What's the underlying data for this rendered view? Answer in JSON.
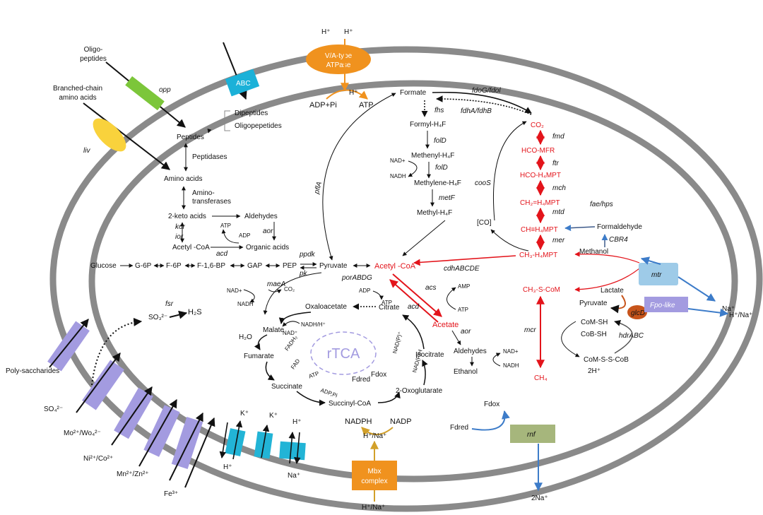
{
  "colors": {
    "membrane": "#8a8a8a",
    "methanogenesis": "#e3141b",
    "atpase": "#f0921e",
    "abc": "#1bb1d8",
    "opp": "#7cc63a",
    "liv": "#f9d23c",
    "transporter": "#a39be0",
    "channel": "#22b4d6",
    "mtr": "#9ecbe8",
    "fpo": "#a39be0",
    "glcd": "#c7541b",
    "mbx": "#f0921e",
    "rnf": "#a6b67c",
    "rtca": "#a39be0",
    "blue_arrow": "#3d7cc9",
    "gold_arrow": "#d2a02a"
  },
  "nutrients": {
    "oligopeptides": [
      "Oligo-",
      "peptides"
    ],
    "bcaa": [
      "Branched-chain",
      "amino acids"
    ],
    "dipeptides": "Dipeptides",
    "oligopepetides": "Oligopepetides",
    "peptides": "Peptides",
    "peptidases": "Peptidases",
    "amino_acids": "Amino acids",
    "aminotransferases": [
      "Amino-",
      "transferases"
    ],
    "keto_acids": "2-keto acids",
    "aldehydes": "Aldehydes",
    "kor": "kor",
    "ior": "ior",
    "aor": "aor",
    "atp": "ATP",
    "adp": "ADP",
    "acetyl_coa": "Acetyl -CoA",
    "acd": "acd",
    "organic_acids": "Organic acids"
  },
  "transporters": {
    "opp": "opp",
    "liv": "liv",
    "abc": "ABC",
    "atpase": [
      "V/A-type",
      "ATPase"
    ],
    "h1": "H⁺",
    "h2": "H⁺",
    "h3": "H⁺",
    "adp_pi": "ADP+Pi",
    "atp": "ATP",
    "polysaccharides": "Poly-saccharides",
    "so4": "SO₄²⁻",
    "mo_wo4": "Mo²⁺/Wo₄²⁻",
    "ni_co": "Ni²⁺/Co²⁺",
    "mn_zn": "Mn²⁺/Zn²⁺",
    "fe": "Fe³⁺",
    "k1": "K⁺",
    "k2": "K⁺",
    "h_channel_in": "H⁺",
    "h_channel_out": "H⁺",
    "na_channel": "Na⁺",
    "mbx": [
      "Mbx",
      "complex"
    ],
    "nadph": "NADPH",
    "nadp": "NADP",
    "mbx_inner": "H⁺/Na⁺",
    "mbx_outer": "H⁺/Na⁺",
    "rnf": "rnf",
    "fd_ox": "Fdox",
    "fd_red": "Fdred",
    "two_na": "2Na⁺",
    "mtr": "mtr",
    "na": "Na⁺",
    "fpo": "Fpo-like",
    "h_na": "H⁺/Na⁺"
  },
  "sulfur": {
    "fsr": "fsr",
    "so3": "SO₃²⁻",
    "h2s": "H₂S"
  },
  "glycolysis": {
    "glucose": "Glucose",
    "g6p": "G-6P",
    "f6p": "F-6P",
    "f16bp": "F-1,6-BP",
    "gap": "GAP",
    "pep": "PEP",
    "pyruvate": "Pyruvate",
    "ppdk": "ppdk",
    "pk": "pk",
    "maeA": "maeA",
    "nad": "NAD+",
    "nadh": "NADH",
    "co2": "CO₂",
    "pflA": "pflA",
    "porABDG": "porABDG"
  },
  "formate_path": {
    "formate": "Formate",
    "fdoG": "fdoG/fdol",
    "fdhA": "fdhA/fdhB",
    "fhs": "fhs",
    "formyl": "Formyl-H₄F",
    "folD1": "folD",
    "methenyl": "Methenyl-H₄F",
    "folD2": "folD",
    "nad": "NAD+",
    "nadh": "NADH",
    "methylene": "Methylene-H₄F",
    "metF": "metF",
    "methyl": "Methyl-H₄F",
    "cooS": "cooS",
    "co": "[CO]",
    "cdh": "cdhABCDE"
  },
  "rtca": {
    "center": "rTCA",
    "oxaloacetate": "Oxaloacetate",
    "citrate": "Citrate",
    "malate": "Malate",
    "nad": "NAD⁺",
    "nadh": "NADH/H⁺",
    "h2o": "H₂O",
    "fumarate": "Fumarate",
    "fadh2": "FADH₂",
    "fad": "FAD",
    "succinate": "Succinate",
    "atp": "ATP",
    "adp_pi": "ADP,Pi",
    "succinyl": "Succinyl-CoA",
    "fd_red": "Fdred",
    "fd_ox": "Fdox",
    "oxoglutarate": "2-Oxoglutarate",
    "isocitrate": "Isocitrate",
    "nadp": "NAD(P)⁺",
    "nadph": "NAD(P)H",
    "atp2": "ATP",
    "adp2": "ADP",
    "acd": "acd",
    "acs": "acs",
    "amp": "AMP",
    "atp3": "ATP",
    "acetate": "Acetate",
    "acetyl_coa": "Acetyl -CoA",
    "aor": "aor",
    "aldehydes": "Aldehydes",
    "nad2": "NAD+",
    "nadh2": "NADH",
    "ethanol": "Ethanol"
  },
  "methanogenesis": {
    "co2": "CO₂",
    "fmd": "fmd",
    "hco_mfr": "HCO-MFR",
    "ftr": "ftr",
    "hco_h4mpt": "HCO-H₄MPT",
    "mch": "mch",
    "ch_h4mpt1": "CH₂=H₄MPT",
    "mtd": "mtd",
    "ch_h4mpt2": "CH≡H₄MPT",
    "mer": "mer",
    "ch3_h4mpt": "CH₃-H₄MPT",
    "fae": "fae/hps",
    "formaldehyde": "Formaldehyde",
    "cbr4": "CBR4",
    "methanol": "Methanol",
    "ch3_s_com": "CH₃-S-CoM",
    "lactate": "Lactate",
    "pyruvate": "Pyruvate",
    "glcD": "glcD",
    "mcr": "mcr",
    "com_sh": "CoM-SH",
    "cob_sh": "CoB-SH",
    "hdrABC": "hdrABC",
    "com_s_s_cob": "CoM-S-S-CoB",
    "two_h": "2H⁺",
    "ch4": "CH₄"
  }
}
